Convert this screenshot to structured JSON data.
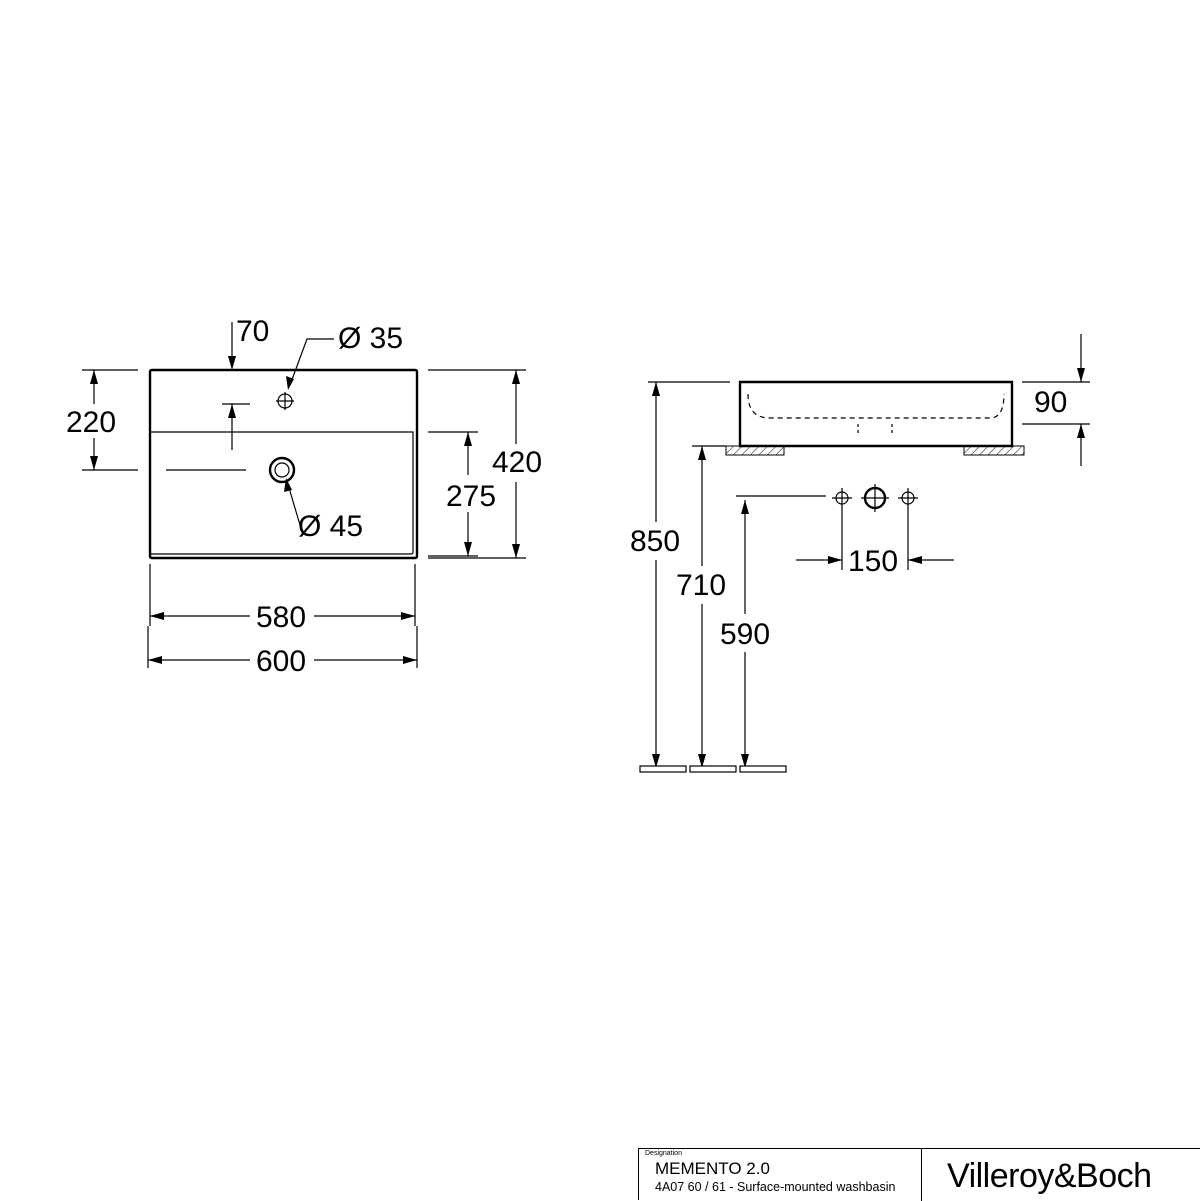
{
  "dimensions": {
    "plan_offset_70": "70",
    "plan_hole_35": "Ø 35",
    "plan_depth_220": "220",
    "plan_depth_420": "420",
    "plan_depth_275": "275",
    "plan_hole_45": "Ø 45",
    "plan_width_580": "580",
    "plan_width_600": "600",
    "side_height_90": "90",
    "side_height_850": "850",
    "side_height_710": "710",
    "side_height_590": "590",
    "side_spacing_150": "150"
  },
  "title_block": {
    "designation_label": "Designation",
    "product_name": "MEMENTO 2.0",
    "description": "4A07 60 / 61 - Surface-mounted washbasin",
    "brand": "Villeroy&Boch"
  }
}
